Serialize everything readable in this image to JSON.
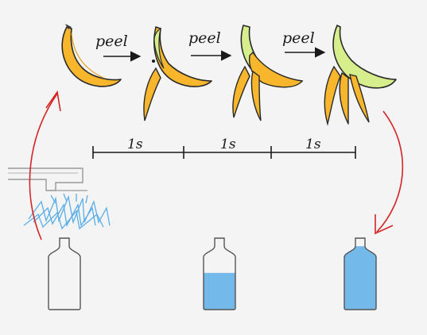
{
  "peel_labels": [
    "peel",
    "peel",
    "peel"
  ],
  "time_labels": [
    "1s",
    "1s",
    "1s"
  ],
  "colors": {
    "banana_fill": "#f7b62b",
    "banana_outline": "#2a2a2a",
    "peeled_fruit": "#d6ee8c",
    "water": "#73b9ea",
    "faucet_spray": "#5aaee8",
    "red_arrow": "#d42424",
    "bottle_outline": "#555555"
  },
  "bottles": [
    {
      "fill_level": 0.0
    },
    {
      "fill_level": 0.55
    },
    {
      "fill_level": 0.95
    }
  ],
  "icons": [
    "banana-icon",
    "faucet-icon",
    "water-bottle-icon",
    "arrow-icon"
  ]
}
